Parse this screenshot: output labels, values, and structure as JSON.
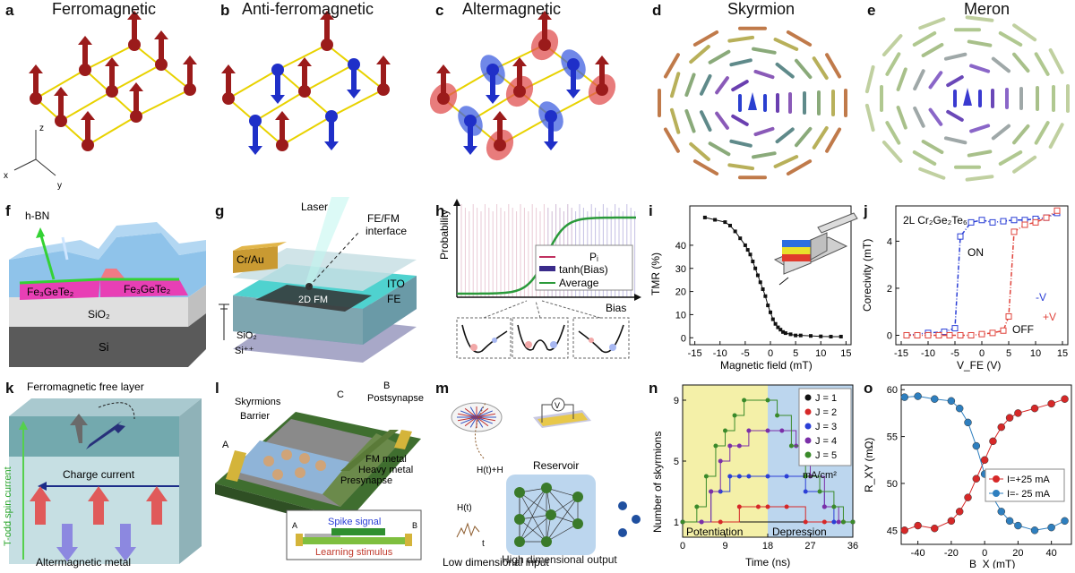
{
  "panels": {
    "a": {
      "letter": "a",
      "title": "Ferromagnetic",
      "axes": {
        "x": "x",
        "y": "y",
        "z": "z"
      }
    },
    "b": {
      "letter": "b",
      "title": "Anti-ferromagnetic"
    },
    "c": {
      "letter": "c",
      "title": "Altermagnetic"
    },
    "d": {
      "letter": "d",
      "title": "Skyrmion"
    },
    "e": {
      "letter": "e",
      "title": "Meron"
    },
    "f": {
      "letter": "f",
      "hbn": "h-BN",
      "fgt_left": "Fe₃GeTe₂",
      "fgt_right": "Fe₃GeTe₂",
      "sio2": "SiO₂",
      "si": "Si"
    },
    "g": {
      "letter": "g",
      "laser": "Laser",
      "crau": "Cr/Au",
      "interface1": "FE/FM",
      "interface2": "interface",
      "ito": "ITO",
      "fe": "FE",
      "twodfm": "2D FM",
      "sio2": "SiO₂",
      "sipp": "Si⁺⁺"
    },
    "h": {
      "letter": "h",
      "ylabel": "Probability",
      "xlabel": "Bias",
      "legend": [
        "Pᵢ",
        "tanh(Bias)",
        "Average"
      ]
    },
    "i": {
      "letter": "i",
      "ylabel": "TMR (%)",
      "xlabel": "Magnetic field (mT)"
    },
    "j": {
      "letter": "j",
      "title": "2L Cr₂Ge₂Te₆",
      "ylabel": "Corecivity (mT)",
      "xlabel": "V_FE (V)",
      "on": "ON",
      "off": "OFF",
      "minusv": "-V",
      "plusv": "+V"
    },
    "k": {
      "letter": "k",
      "top": "Ferromagnetic free layer",
      "side": "T-odd spin current",
      "charge": "Charge current",
      "bottom": "Altermagnetic metal"
    },
    "l": {
      "letter": "l",
      "skyrmions": "Skyrmions",
      "barrier": "Barrier",
      "a": "A",
      "b": "B",
      "c": "C",
      "postsynapse": "Postsynapse",
      "fmmetal": "FM metal",
      "heavymetal": "Heavy metal",
      "presynapse": "Presynapse",
      "spike": "Spike signal",
      "learning": "Learning stimulus"
    },
    "m": {
      "letter": "m",
      "v": "V",
      "reservoir": "Reservoir",
      "ht": "H(t)",
      "htplus": "H(t)+H",
      "htaxis": "H(t)",
      "t": "t",
      "lowdim": "Low dimensional input",
      "highdim": "High dimensional output"
    },
    "n": {
      "letter": "n",
      "ylabel": "Number of skyrmions",
      "xlabel": "Time (ns)",
      "potentiation": "Potentiation",
      "depression": "Depression",
      "unit": "mA/cm²"
    },
    "o": {
      "letter": "o",
      "ylabel": "R_XY (mΩ)",
      "xlabel": "B_X (mT)",
      "legend": [
        "I=+25 mA",
        "I=- 25 mA"
      ]
    }
  },
  "chart_data": [
    {
      "panel": "i",
      "type": "scatter",
      "xlabel": "Magnetic field (mT)",
      "ylabel": "TMR (%)",
      "xticks": [
        -15,
        -10,
        -5,
        0,
        5,
        10,
        15
      ],
      "yticks": [
        0,
        10,
        20,
        30,
        40
      ],
      "xlim": [
        -16,
        16
      ],
      "ylim": [
        -3,
        57
      ],
      "x": [
        -13,
        -11,
        -9,
        -8,
        -7,
        -6,
        -5,
        -4.5,
        -4,
        -3.5,
        -3,
        -2.5,
        -2,
        -1.5,
        -1,
        -0.5,
        0,
        0.5,
        1,
        1.5,
        2,
        2.5,
        3,
        4,
        5,
        6,
        8,
        10,
        12,
        14
      ],
      "y": [
        52,
        51,
        50,
        48.5,
        46,
        43,
        40,
        38,
        36,
        33,
        30,
        27,
        24,
        21,
        18,
        14,
        11,
        8,
        6,
        4.5,
        3.5,
        2.5,
        2,
        1.5,
        1,
        1,
        0.8,
        0.6,
        0.5,
        0.5
      ]
    },
    {
      "panel": "j",
      "type": "line",
      "xlabel": "V_FE (V)",
      "ylabel": "Corecivity (mT)",
      "title": "2L Cr₂Ge₂Te₆",
      "xticks": [
        -15,
        -10,
        -5,
        0,
        5,
        10,
        15
      ],
      "yticks": [
        0,
        2,
        4
      ],
      "xlim": [
        -16,
        16
      ],
      "ylim": [
        -0.4,
        5.5
      ],
      "series": [
        {
          "name": "ON",
          "color": "#2b3fd6",
          "x": [
            -14,
            -10,
            -7,
            -5,
            -4,
            -2,
            0,
            2,
            4,
            6,
            8,
            10,
            12,
            14
          ],
          "y": [
            0,
            0.1,
            0.15,
            0.3,
            4.2,
            4.8,
            4.9,
            4.8,
            4.85,
            4.9,
            4.9,
            4.95,
            5.0,
            5.2
          ]
        },
        {
          "name": "OFF",
          "color": "#e0443c",
          "x": [
            -14,
            -12,
            -10,
            -8,
            -6,
            -4,
            -2,
            0,
            2,
            4,
            5,
            6,
            8,
            10,
            12,
            14
          ],
          "y": [
            0,
            0,
            0,
            0,
            0,
            0,
            0,
            0.05,
            0.1,
            0.2,
            0.8,
            4.4,
            4.7,
            4.8,
            5.0,
            5.3
          ]
        }
      ]
    },
    {
      "panel": "n",
      "type": "line",
      "xlabel": "Time (ns)",
      "ylabel": "Number of skyrmions",
      "xticks": [
        0,
        9,
        18,
        27,
        36
      ],
      "yticks": [
        1,
        5,
        9
      ],
      "xlim": [
        0,
        36
      ],
      "ylim": [
        0,
        10
      ],
      "series": [
        {
          "name": "J = 1",
          "color": "#111111",
          "x": [
            0,
            36
          ],
          "y": [
            1,
            1
          ]
        },
        {
          "name": "J = 2",
          "color": "#d62828",
          "x": [
            0,
            8,
            12,
            16,
            18,
            22,
            26,
            30,
            34,
            36
          ],
          "y": [
            1,
            1,
            2,
            2,
            2,
            2,
            1,
            1,
            1,
            1
          ]
        },
        {
          "name": "J = 3",
          "color": "#2b3fd6",
          "x": [
            0,
            4,
            6,
            8,
            10,
            12,
            14,
            18,
            22,
            26,
            30,
            32,
            36
          ],
          "y": [
            1,
            1,
            3,
            3,
            4,
            4,
            4,
            4,
            4,
            3,
            2,
            1,
            1
          ]
        },
        {
          "name": "J = 4",
          "color": "#7b2fa8",
          "x": [
            0,
            4,
            6,
            8,
            10,
            12,
            14,
            18,
            21,
            24,
            27,
            30,
            33,
            36
          ],
          "y": [
            1,
            1,
            3,
            5,
            6,
            6,
            7,
            7,
            7,
            6,
            4,
            2,
            1,
            1
          ]
        },
        {
          "name": "J = 5",
          "color": "#3a8a2a",
          "x": [
            0,
            3,
            5,
            7,
            9,
            11,
            13,
            18,
            20,
            23,
            26,
            29,
            32,
            34,
            36
          ],
          "y": [
            1,
            2,
            4,
            6,
            7,
            8,
            9,
            9,
            8,
            6,
            4,
            3,
            2,
            1,
            1
          ]
        }
      ]
    },
    {
      "panel": "o",
      "type": "scatter",
      "xlabel": "B_X (mT)",
      "ylabel": "R_XY (mΩ)",
      "xticks": [
        -40,
        -20,
        0,
        20,
        40
      ],
      "yticks": [
        45,
        50,
        55,
        60
      ],
      "xlim": [
        -50,
        52
      ],
      "ylim": [
        43.5,
        60.5
      ],
      "series": [
        {
          "name": "I=+25 mA",
          "color": "#d62828",
          "x": [
            -48,
            -40,
            -30,
            -20,
            -15,
            -10,
            -5,
            0,
            5,
            10,
            15,
            20,
            30,
            40,
            48
          ],
          "y": [
            45,
            45.5,
            45.2,
            46,
            47,
            48.5,
            50.5,
            52.5,
            54.5,
            56,
            57,
            57.5,
            58,
            58.5,
            59
          ]
        },
        {
          "name": "I=- 25 mA",
          "color": "#2e7fbf",
          "x": [
            -48,
            -40,
            -30,
            -20,
            -15,
            -10,
            -5,
            0,
            5,
            10,
            15,
            20,
            30,
            40,
            48
          ],
          "y": [
            59.2,
            59.3,
            59,
            58.8,
            58,
            56.5,
            54,
            51,
            48.5,
            47,
            46,
            45.5,
            45,
            45.3,
            46
          ]
        }
      ]
    }
  ],
  "colors": {
    "arrow_red": "#9b1b1b",
    "arrow_blue": "#1f2fc8",
    "lattice_yellow": "#e8d200",
    "panel_blue": "#bcd6ee",
    "panel_yellow": "#f4f0a8"
  }
}
